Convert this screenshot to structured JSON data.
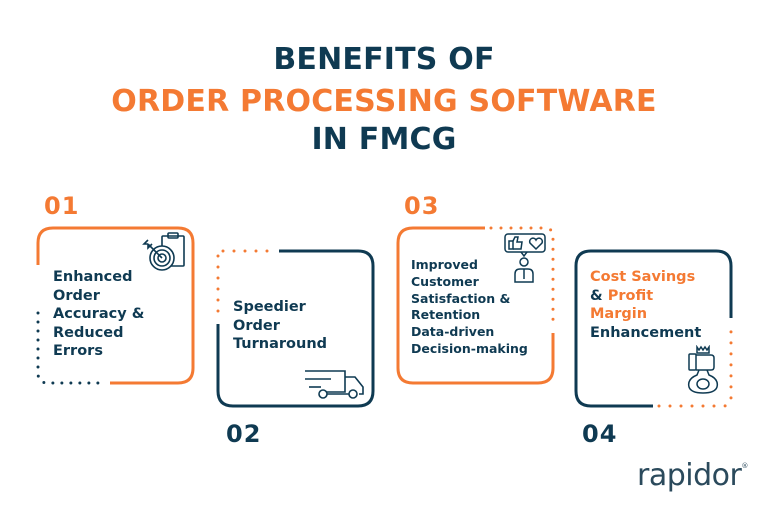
{
  "header": {
    "line1": "BENEFITS OF",
    "line2": "ORDER PROCESSING SOFTWARE",
    "line3": "IN FMCG"
  },
  "cards": [
    {
      "number": "01",
      "lines": [
        "Enhanced",
        "Order",
        "Accuracy &",
        "Reduced",
        "Errors"
      ],
      "icon": "target-clipboard-icon"
    },
    {
      "number": "02",
      "lines": [
        "Speedier",
        "Order",
        "Turnaround"
      ],
      "icon": "delivery-truck-icon"
    },
    {
      "number": "03",
      "lines": [
        "Improved",
        "Customer",
        "Satisfaction &",
        "Retention",
        "Data-driven",
        "Decision-making"
      ],
      "icon": "customer-feedback-icon"
    },
    {
      "number": "04",
      "segments": {
        "a": "Cost Savings",
        "b": "&",
        "c": "Profit",
        "d": "Margin",
        "e": "Enhancement"
      },
      "icon": "money-bag-hand-icon"
    }
  ],
  "brand": {
    "name": "rapidor",
    "registered": "®"
  },
  "colors": {
    "navy": "#0f3a52",
    "orange": "#f47a33"
  }
}
